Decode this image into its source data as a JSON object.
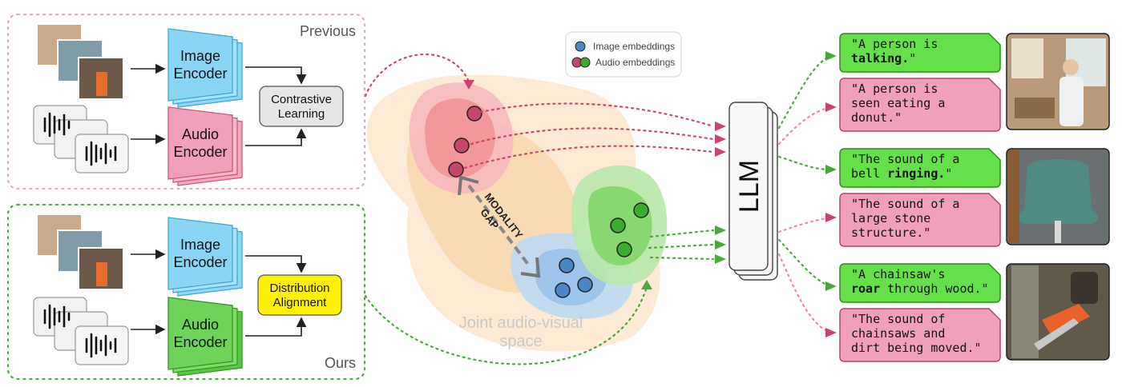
{
  "previous_panel": {
    "label": "Previous",
    "image_encoder": [
      "Image",
      "Encoder"
    ],
    "audio_encoder": [
      "Audio",
      "Encoder"
    ],
    "objective": [
      "Contrastive",
      "Learning"
    ]
  },
  "ours_panel": {
    "label": "Ours",
    "image_encoder": [
      "Image",
      "Encoder"
    ],
    "audio_encoder": [
      "Audio",
      "Encoder"
    ],
    "objective": [
      "Distribution",
      "Alignment"
    ]
  },
  "legend": {
    "image_embeddings": "Image embeddings",
    "audio_embeddings": "Audio embeddings"
  },
  "space": {
    "gap_label": [
      "MODALITY",
      "GAP"
    ],
    "joint_space_label": [
      "Joint audio-visual",
      "space"
    ]
  },
  "llm": {
    "label": "LLM"
  },
  "captions": [
    {
      "lines": [
        [
          "\"A person is",
          ""
        ],
        [
          "",
          "talking."
        ],
        [
          "\"",
          ""
        ]
      ],
      "type": "correct"
    },
    {
      "lines": [
        [
          "\"A person is"
        ],
        [
          "seen eating a"
        ],
        [
          "donut.\""
        ]
      ],
      "type": "wrong"
    }
  ],
  "caption_groups": [
    {
      "correct": [
        [
          {
            "t": "\"A person is"
          }
        ],
        [
          {
            "t": "talking.",
            "b": true
          },
          {
            "t": "\""
          }
        ]
      ],
      "wrong": [
        [
          {
            "t": "\"A person is"
          }
        ],
        [
          {
            "t": "seen eating a"
          }
        ],
        [
          {
            "t": "donut.\""
          }
        ]
      ],
      "photo": "person-talking-photo"
    },
    {
      "correct": [
        [
          {
            "t": "\"The sound of a"
          }
        ],
        [
          {
            "t": "bell "
          },
          {
            "t": "ringing.",
            "b": true
          },
          {
            "t": "\""
          }
        ]
      ],
      "wrong": [
        [
          {
            "t": "\"The sound of a"
          }
        ],
        [
          {
            "t": "large stone"
          }
        ],
        [
          {
            "t": "structure.\""
          }
        ]
      ],
      "photo": "bell-photo"
    },
    {
      "correct": [
        [
          {
            "t": "\"A chainsaw's"
          }
        ],
        [
          {
            "t": "roar",
            "b": true
          },
          {
            "t": " through wood.\""
          }
        ]
      ],
      "wrong": [
        [
          {
            "t": "\"The sound of"
          }
        ],
        [
          {
            "t": "chainsaws and"
          }
        ],
        [
          {
            "t": "dirt being moved.\""
          }
        ]
      ],
      "photo": "chainsaw-photo"
    }
  ],
  "colors": {
    "image_encoder": "#7dd3f5",
    "audio_encoder_previous": "#f0a0b8",
    "audio_encoder_ours": "#6fd35a",
    "distribution_box": "#fff200",
    "contrastive_box": "#e6e6e6",
    "image_dot": "#4a86c5",
    "audio_dot_red": "#c8466a",
    "audio_dot_green": "#3daa30",
    "correct_caption": "#66e04a",
    "wrong_caption": "#f0a0b8",
    "dotted_green": "#48a83a",
    "dotted_pink": "#e88aa6"
  }
}
